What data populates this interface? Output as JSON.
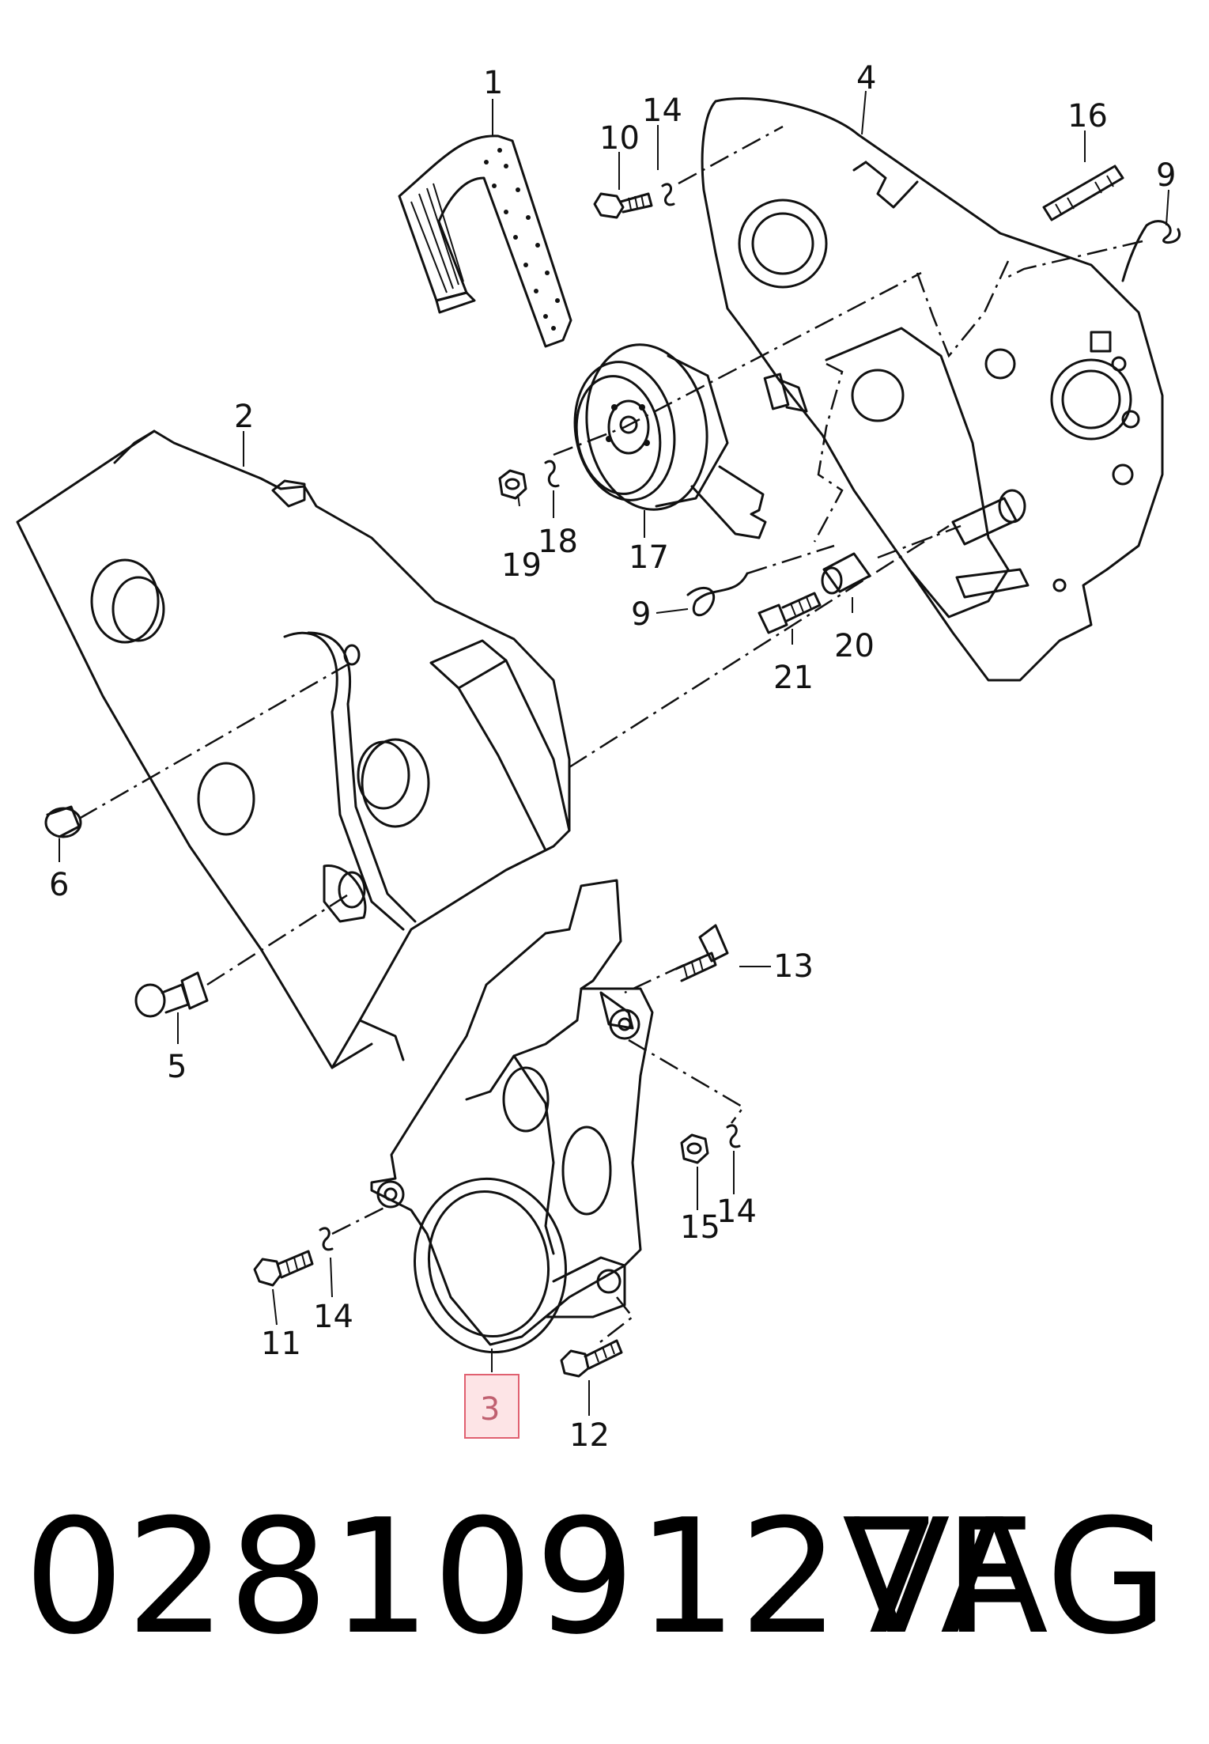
{
  "diagram": {
    "callouts": [
      {
        "id": "1",
        "text": "1"
      },
      {
        "id": "2",
        "text": "2"
      },
      {
        "id": "3",
        "text": "3",
        "highlighted": true
      },
      {
        "id": "4",
        "text": "4"
      },
      {
        "id": "5",
        "text": "5"
      },
      {
        "id": "6",
        "text": "6"
      },
      {
        "id": "9a",
        "text": "9"
      },
      {
        "id": "9b",
        "text": "9"
      },
      {
        "id": "10",
        "text": "10"
      },
      {
        "id": "11",
        "text": "11"
      },
      {
        "id": "12",
        "text": "12"
      },
      {
        "id": "13",
        "text": "13"
      },
      {
        "id": "14a",
        "text": "14"
      },
      {
        "id": "14b",
        "text": "14"
      },
      {
        "id": "14c",
        "text": "14"
      },
      {
        "id": "15",
        "text": "15"
      },
      {
        "id": "16",
        "text": "16"
      },
      {
        "id": "17",
        "text": "17"
      },
      {
        "id": "18",
        "text": "18"
      },
      {
        "id": "19",
        "text": "19"
      },
      {
        "id": "20",
        "text": "20"
      },
      {
        "id": "21",
        "text": "21"
      }
    ],
    "highlight_color": "#e8a0a8"
  },
  "footer": {
    "part_number": "028109127F",
    "brand": "VAG"
  }
}
